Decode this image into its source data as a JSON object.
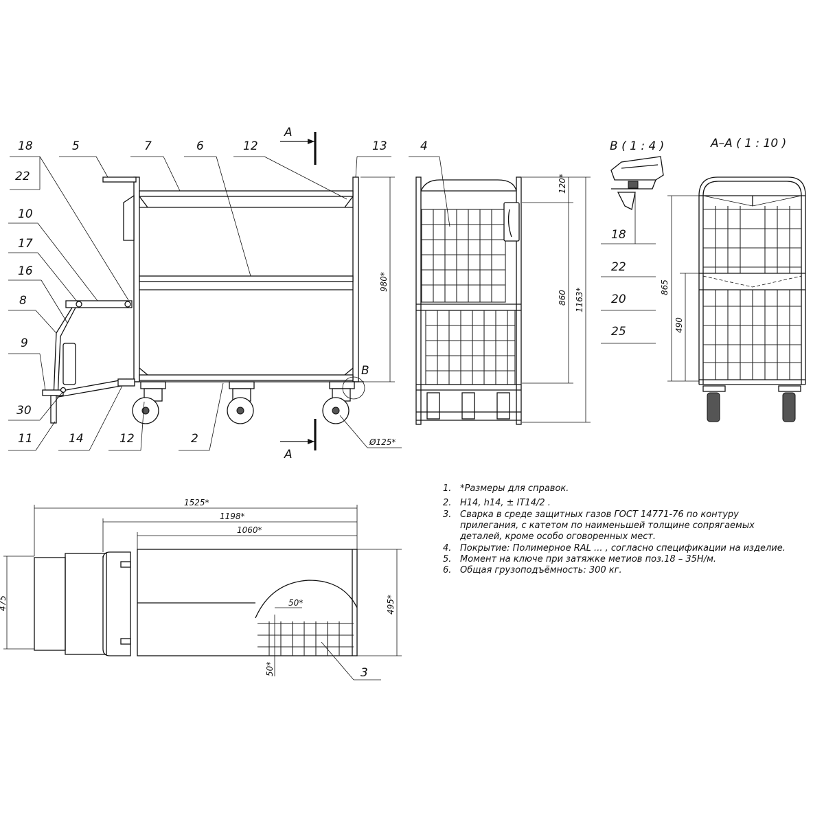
{
  "front_view": {
    "callouts": [
      "18",
      "22",
      "5",
      "7",
      "6",
      "12",
      "13",
      "10",
      "17",
      "16",
      "8",
      "9",
      "30",
      "11",
      "14",
      "12",
      "2"
    ],
    "section_mark": "A",
    "detail_mark": "B",
    "dims": {
      "height": "980*",
      "wheel": "Ø125*"
    }
  },
  "side_view": {
    "callouts": [
      "4"
    ],
    "dims": {
      "top": "120*",
      "mid": "860",
      "total": "1163*"
    }
  },
  "detail_b": {
    "title": "B ( 1 : 4 )",
    "callouts": [
      "18",
      "22",
      "20",
      "25"
    ]
  },
  "section_aa": {
    "title": "A–A ( 1 : 10 )",
    "dims": {
      "h1": "865",
      "h2": "490"
    }
  },
  "plan_view": {
    "dims": {
      "l1": "1525*",
      "l2": "1198*",
      "l3": "1060*",
      "w1": "475",
      "w2": "495*",
      "cell_w": "50*",
      "cell_h": "50*"
    },
    "callouts": [
      "3"
    ]
  },
  "notes": [
    {
      "num": "1.",
      "lines": [
        "*Размеры для справок."
      ]
    },
    {
      "num": "2.",
      "lines": [
        "H14, h14, ±  IT14/2 ."
      ]
    },
    {
      "num": "3.",
      "lines": [
        "Сварка в среде защитных газов ГОСТ 14771-76 по контуру",
        "прилегания,  с катетом по наименьшей толщине сопрягаемых",
        "деталей, кроме особо оговоренных мест."
      ]
    },
    {
      "num": "4.",
      "lines": [
        "Покрытие: Полимерное RAL ... , согласно спецификации на изделие."
      ]
    },
    {
      "num": "5.",
      "lines": [
        "Момент на ключе при затяжке метиов поз.18 – 35Н/м."
      ]
    },
    {
      "num": "6.",
      "lines": [
        "Общая грузоподъёмность: 300 кг."
      ]
    }
  ]
}
